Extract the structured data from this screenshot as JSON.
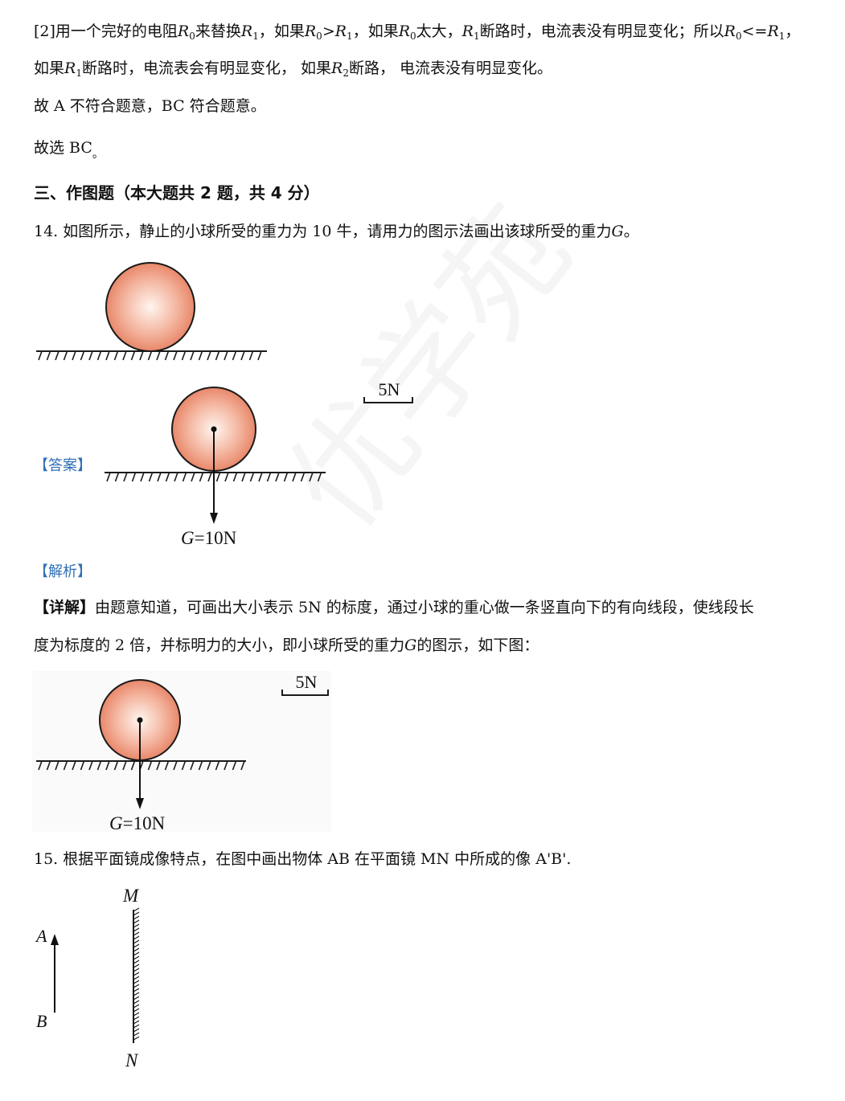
{
  "para1": {
    "a": "[2]用一个完好的电阻",
    "r0a": "R",
    "s0a": "0",
    "b": "来替换",
    "r1a": "R",
    "s1a": "1",
    "c": "，如果",
    "r0b": "R",
    "s0b": "0",
    "d": ">",
    "r1b": "R",
    "s1b": "1",
    "e": "，如果",
    "r0c": "R",
    "s0c": "0",
    "f": "太大，",
    "r1c": "R",
    "s1c": "1",
    "g": "断路时，电流表没有明显变化；所以",
    "r0d": "R",
    "s0d": "0",
    "h": "<=",
    "r1d": "R",
    "s1d": "1",
    "i": "，"
  },
  "para2": {
    "a": "如果",
    "r1": "R",
    "s1": "1",
    "b": "断路时，电流表会有明显变化，  如果",
    "r2": "R",
    "s2": "2",
    "c": "断路，  电流表没有明显变化。"
  },
  "para3": "故 A 不符合题意，BC 符合题意。",
  "para4": "故选 BC",
  "para4_dot": "。",
  "section_heading": "三、作图题（本大题共 2 题，共 4 分）",
  "q14": {
    "text": "14. 如图所示，静止的小球所受的重力为 10 牛，请用力的图示法画出该球所受的重力",
    "g": "G",
    "end": "。"
  },
  "answer_tag": "【答案】",
  "analysis_tag": "【解析】",
  "detail": {
    "tag": "【详解】",
    "line1": "由题意知道，可画出大小表示 5N 的标度，通过小球的重心做一条竖直向下的有向线段，使线段长",
    "line2a": "度为标度的 2 倍，并标明力的大小，即小球所受的重力",
    "g": "G",
    "line2b": "的图示，如下图："
  },
  "scale_label": "5N",
  "force_label_g": "G",
  "force_label_val": "=10N",
  "q15": "15. 根据平面镜成像特点，在图中画出物体 AB 在平面镜 MN 中所成的像 A'B'.",
  "mirror": {
    "m": "M",
    "n": "N",
    "a": "A",
    "b": "B"
  },
  "watermark": "优学苑",
  "colors": {
    "ball_center": "#fff0ea",
    "ball_edge": "#e88968",
    "tag_blue": "#2f6fb5"
  }
}
